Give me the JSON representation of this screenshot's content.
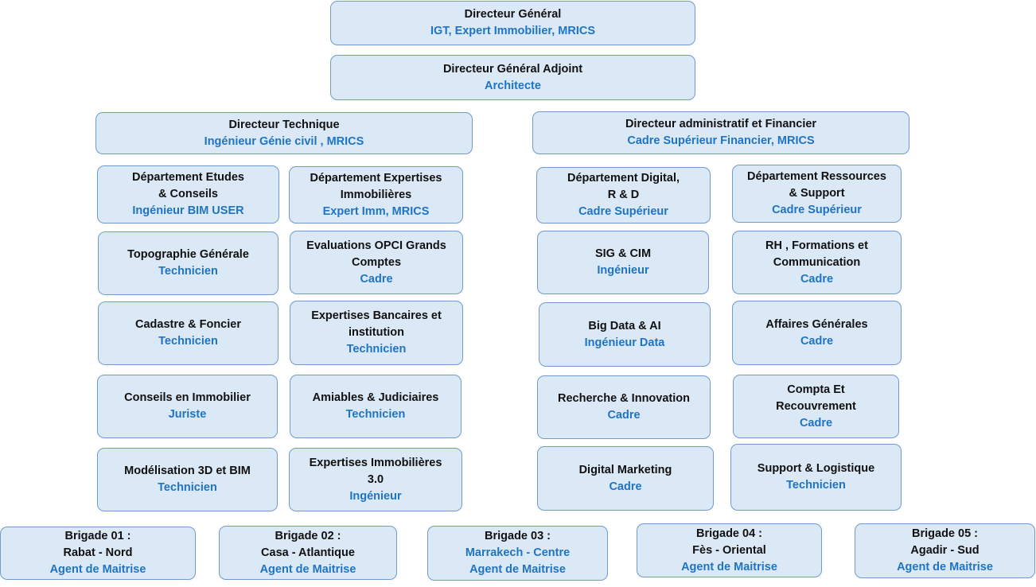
{
  "colors": {
    "box_fill": "#dbe8f5",
    "box_border": "#6f9bd0",
    "title_text": "#111111",
    "subtitle_text": "#1f74c4"
  },
  "boxes": {
    "dg": {
      "title": [
        "Directeur Général"
      ],
      "subtitle": [
        "IGT, Expert Immobilier, MRICS"
      ]
    },
    "dga": {
      "title": [
        "Directeur Général Adjoint"
      ],
      "subtitle": [
        "Architecte"
      ]
    },
    "dt": {
      "title": [
        "Directeur Technique"
      ],
      "subtitle": [
        "Ingénieur Génie civil , MRICS"
      ]
    },
    "daf": {
      "title": [
        "Directeur administratif et Financier"
      ],
      "subtitle": [
        "Cadre Supérieur Financier, MRICS"
      ]
    },
    "dep_etudes": {
      "title": [
        "Département Etudes",
        "& Conseils"
      ],
      "subtitle": [
        "Ingénieur BIM USER"
      ]
    },
    "dep_expert": {
      "title": [
        "Département Expertises",
        "Immobilières"
      ],
      "subtitle": [
        "Expert Imm, MRICS"
      ]
    },
    "dep_digital": {
      "title": [
        "Département Digital,",
        "R & D"
      ],
      "subtitle": [
        "Cadre Supérieur"
      ]
    },
    "dep_rs": {
      "title": [
        "Département Ressources",
        "& Support"
      ],
      "subtitle": [
        "Cadre Supérieur"
      ]
    },
    "topo": {
      "title": [
        "Topographie Générale"
      ],
      "subtitle": [
        "Technicien"
      ]
    },
    "opci": {
      "title": [
        "Evaluations OPCI Grands",
        "Comptes"
      ],
      "subtitle": [
        "Cadre"
      ]
    },
    "sig": {
      "title": [
        "SIG & CIM"
      ],
      "subtitle": [
        "Ingénieur"
      ]
    },
    "rh": {
      "title": [
        "RH , Formations et",
        "Communication"
      ],
      "subtitle": [
        "Cadre"
      ]
    },
    "cadastre": {
      "title": [
        "Cadastre & Foncier"
      ],
      "subtitle": [
        "Technicien"
      ]
    },
    "bancaires": {
      "title": [
        "Expertises Bancaires et",
        "institution"
      ],
      "subtitle": [
        "Technicien"
      ]
    },
    "bigdata": {
      "title": [
        "Big Data & AI"
      ],
      "subtitle": [
        "Ingénieur Data"
      ]
    },
    "affaires": {
      "title": [
        "Affaires Générales"
      ],
      "subtitle": [
        "Cadre"
      ]
    },
    "conseils": {
      "title": [
        "Conseils en Immobilier"
      ],
      "subtitle": [
        "Juriste"
      ]
    },
    "amiables": {
      "title": [
        "Amiables & Judiciaires"
      ],
      "subtitle": [
        "Technicien"
      ]
    },
    "recherche": {
      "title": [
        "Recherche & Innovation"
      ],
      "subtitle": [
        "Cadre"
      ]
    },
    "compta": {
      "title": [
        "Compta Et",
        "Recouvrement"
      ],
      "subtitle": [
        "Cadre"
      ]
    },
    "modelisation": {
      "title": [
        "Modélisation 3D et BIM"
      ],
      "subtitle": [
        "Technicien"
      ]
    },
    "expertises30": {
      "title": [
        "Expertises Immobilières",
        "3.0"
      ],
      "subtitle": [
        "Ingénieur"
      ]
    },
    "marketing": {
      "title": [
        "Digital Marketing"
      ],
      "subtitle": [
        "Cadre"
      ]
    },
    "support": {
      "title": [
        "Support & Logistique"
      ],
      "subtitle": [
        "Technicien"
      ]
    },
    "brigade1": {
      "title": [
        "Brigade 01 :",
        "Rabat - Nord"
      ],
      "subtitle": [
        "Agent de Maitrise"
      ]
    },
    "brigade2": {
      "title": [
        "Brigade 02 :",
        "Casa - Atlantique"
      ],
      "subtitle": [
        "Agent de Maitrise"
      ]
    },
    "brigade3": {
      "title": [
        "Brigade 03 :"
      ],
      "subtitle": [
        "Marrakech - Centre",
        "Agent de Maitrise"
      ]
    },
    "brigade4": {
      "title": [
        "Brigade 04 :",
        "Fès - Oriental"
      ],
      "subtitle": [
        "Agent de Maitrise"
      ]
    },
    "brigade5": {
      "title": [
        "Brigade 05 :",
        "Agadir - Sud"
      ],
      "subtitle": [
        "Agent de Maitrise"
      ]
    }
  }
}
